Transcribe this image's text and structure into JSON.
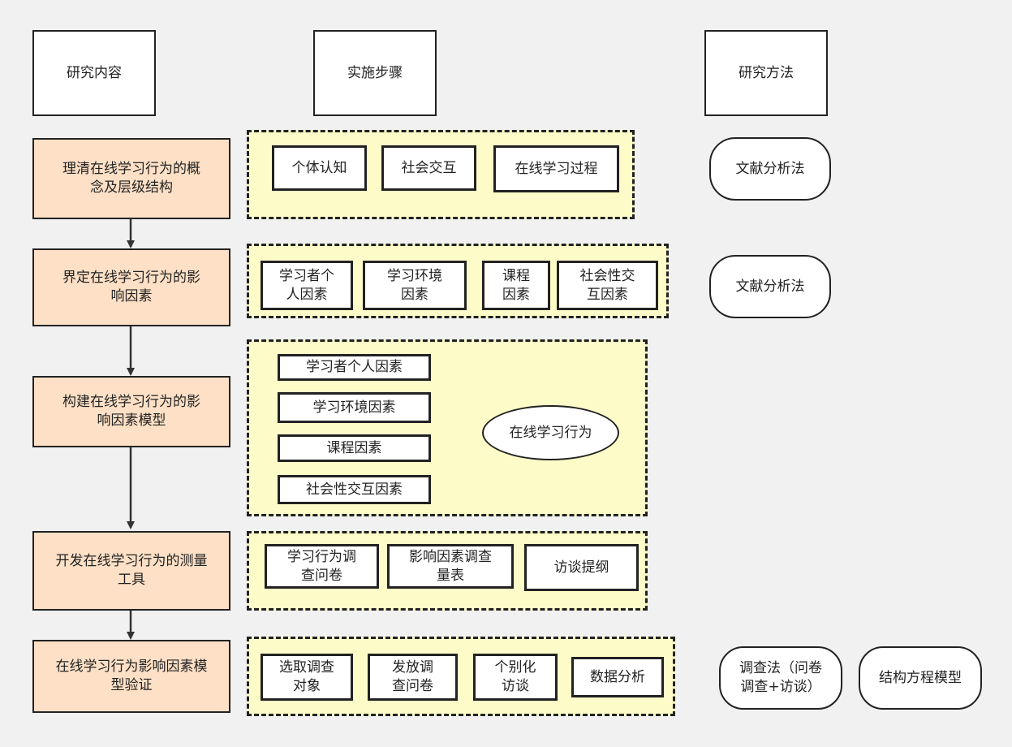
{
  "headers": {
    "content": "研究内容",
    "steps": "实施步骤",
    "methods": "研究方法"
  },
  "rows": [
    {
      "content": "理清在线学习行为的概\n念及层级结构",
      "steps": [
        "个体认知",
        "社会交互",
        "在线学习过程"
      ],
      "methods": [
        "文献分析法"
      ]
    },
    {
      "content": "界定在线学习行为的影\n响因素",
      "steps": [
        "学习者个\n人因素",
        "学习环境\n因素",
        "课程\n因素",
        "社会性交\n互因素"
      ],
      "methods": [
        "文献分析法"
      ]
    },
    {
      "content": "构建在线学习行为的影\n响因素模型",
      "factors": [
        "学习者个人因素",
        "学习环境因素",
        "课程因素",
        "社会性交互因素"
      ],
      "result": "在线学习行为"
    },
    {
      "content": "开发在线学习行为的测量\n工具",
      "steps": [
        "学习行为调\n查问卷",
        "影响因素调查\n量表",
        "访谈提纲"
      ]
    },
    {
      "content": "在线学习行为影响因素模\n型验证",
      "steps": [
        "选取调查\n对象",
        "发放调\n查问卷",
        "个别化\n访谈",
        "数据分析"
      ],
      "methods": [
        "调查法（问卷\n调查+访谈）",
        "结构方程模型"
      ]
    }
  ]
}
